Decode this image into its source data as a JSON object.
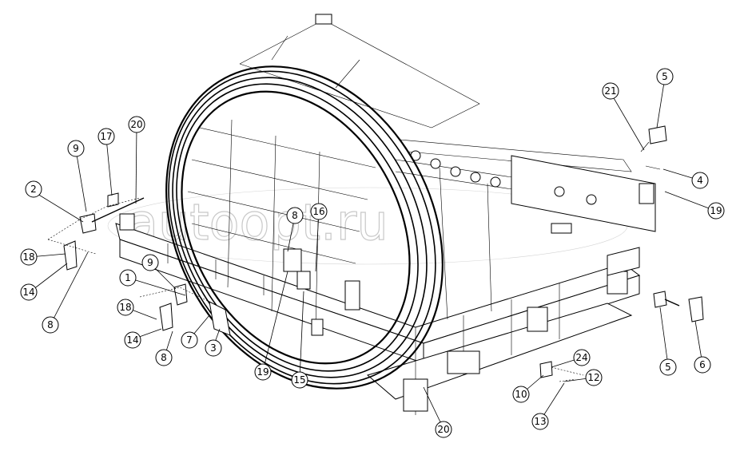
{
  "watermark": "autoopt.ru",
  "callouts": [
    {
      "id": "c1",
      "label": "1"
    },
    {
      "id": "c2",
      "label": "2"
    },
    {
      "id": "c3",
      "label": "3"
    },
    {
      "id": "c4",
      "label": "4"
    },
    {
      "id": "c5a",
      "label": "5"
    },
    {
      "id": "c5b",
      "label": "5"
    },
    {
      "id": "c6",
      "label": "6"
    },
    {
      "id": "c7",
      "label": "7"
    },
    {
      "id": "c8a",
      "label": "8"
    },
    {
      "id": "c8b",
      "label": "8"
    },
    {
      "id": "c8c",
      "label": "8"
    },
    {
      "id": "c9a",
      "label": "9"
    },
    {
      "id": "c9b",
      "label": "9"
    },
    {
      "id": "c10",
      "label": "10"
    },
    {
      "id": "c12",
      "label": "12"
    },
    {
      "id": "c13",
      "label": "13"
    },
    {
      "id": "c14a",
      "label": "14"
    },
    {
      "id": "c14b",
      "label": "14"
    },
    {
      "id": "c15",
      "label": "15"
    },
    {
      "id": "c16",
      "label": "16"
    },
    {
      "id": "c17",
      "label": "17"
    },
    {
      "id": "c18a",
      "label": "18"
    },
    {
      "id": "c18b",
      "label": "18"
    },
    {
      "id": "c19a",
      "label": "19"
    },
    {
      "id": "c19b",
      "label": "19"
    },
    {
      "id": "c20a",
      "label": "20"
    },
    {
      "id": "c20b",
      "label": "20"
    },
    {
      "id": "c21",
      "label": "21"
    },
    {
      "id": "c24",
      "label": "24"
    }
  ]
}
